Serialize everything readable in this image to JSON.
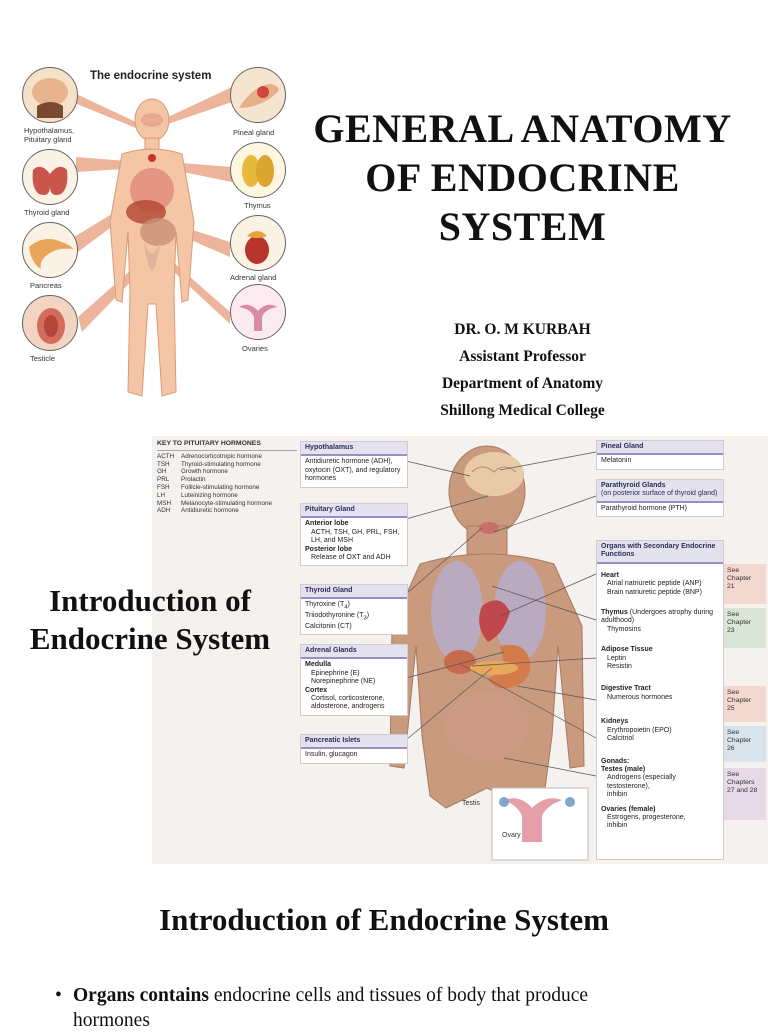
{
  "figure1": {
    "title": "The endocrine system",
    "labels": {
      "hypothalamus": "Hypothalamus,",
      "pituitary": "Pituitary gland",
      "thyroid": "Thyroid gland",
      "pancreas": "Pancreas",
      "testicle": "Testicle",
      "pineal": "Pineal gland",
      "thymus": "Thymus",
      "adrenal": "Adrenal gland",
      "ovaries": "Ovaries"
    }
  },
  "title": {
    "line1": "GENERAL ANATOMY",
    "line2": "OF ENDOCRINE",
    "line3": "SYSTEM"
  },
  "author": {
    "name": "DR. O. M KURBAH",
    "position": "Assistant Professor",
    "department": "Department of Anatomy",
    "college": "Shillong Medical College"
  },
  "figure2": {
    "key": {
      "heading": "KEY TO PITUITARY HORMONES",
      "rows": [
        [
          "ACTH",
          "Adrenocorticotropic hormone"
        ],
        [
          "TSH",
          "Thyroid-stimulating hormone"
        ],
        [
          "GH",
          "Growth hormone"
        ],
        [
          "PRL",
          "Prolactin"
        ],
        [
          "FSH",
          "Follicle-stimulating hormone"
        ],
        [
          "LH",
          "Luteinizing hormone"
        ],
        [
          "MSH",
          "Melanocyte-stimulating hormone"
        ],
        [
          "ADH",
          "Antidiuretic hormone"
        ]
      ]
    },
    "hypothalamus": {
      "head": "Hypothalamus",
      "body": "Antidiuretic hormone (ADH), oxytocin (OXT), and regulatory hormones"
    },
    "pituitary": {
      "head": "Pituitary Gland",
      "anterior_label": "Anterior lobe",
      "anterior_text": "ACTH, TSH, GH, PRL, FSH, LH, and MSH",
      "posterior_label": "Posterior lobe",
      "posterior_text": "Release of OXT and ADH"
    },
    "thyroid": {
      "head": "Thyroid Gland",
      "l1a": "Thyroxine (T",
      "l1sub": "4",
      "l1b": ")",
      "l2a": "Triiodothyronine (T",
      "l2sub": "3",
      "l2b": ")",
      "l3": "Calcitonin (CT)"
    },
    "adrenal": {
      "head": "Adrenal Glands",
      "medulla": "Medulla",
      "med1": "Epinephrine (E)",
      "med2": "Norepinephrine (NE)",
      "cortex": "Cortex",
      "cortex_text": "Cortisol, corticosterone, aldosterone, androgens"
    },
    "pancreas": {
      "head": "Pancreatic Islets",
      "body": "Insulin, glucagon"
    },
    "pineal": {
      "head": "Pineal Gland",
      "body": "Melatonin"
    },
    "parathyroid": {
      "head": "Parathyroid Glands",
      "sub": "(on posterior surface of thyroid gland)",
      "body": "Parathyroid hormone (PTH)"
    },
    "secondary": {
      "head": "Organs with Secondary Endocrine Functions",
      "heart_h": "Heart",
      "heart_1": "Atrial natriuretic peptide (ANP)",
      "heart_2": "Brain natriuretic peptide (BNP)",
      "thymus_h": "Thymus",
      "thymus_note": " (Undergoes atrophy during adulthood)",
      "thymus_1": "Thymosins",
      "adipose_h": "Adipose Tissue",
      "adipose_1": "Leptin",
      "adipose_2": "Resistin",
      "digestive_h": "Digestive Tract",
      "digestive_1": "Numerous hormones",
      "kidneys_h": "Kidneys",
      "kidneys_1": "Erythropoietin (EPO)",
      "kidneys_2": "Calcitriol",
      "gonads_h": "Gonads:",
      "testes_h": "Testes (male)",
      "testes_1": "Androgens (especially testosterone),",
      "testes_2": "inhibin",
      "ovaries_h": "Ovaries (female)",
      "ovaries_1": "Estrogens, progesterone,",
      "ovaries_2": "inhibin"
    },
    "see": {
      "s21a": "See",
      "s21b": "Chapter",
      "s21c": "21",
      "s23a": "See",
      "s23b": "Chapter",
      "s23c": "23",
      "s25a": "See",
      "s25b": "Chapter",
      "s25c": "25",
      "s26a": "See",
      "s26b": "Chapter",
      "s26c": "26",
      "s27a": "See",
      "s27b": "Chapters",
      "s27c": "27 and 28"
    },
    "testis_label": "Testis",
    "ovary_label": "Ovary",
    "colors": {
      "see_red": "#f2d8cf",
      "see_green": "#d9e6d6",
      "see_purple": "#e7d9e8",
      "see_blue": "#d8e3ec"
    }
  },
  "intro_side": {
    "line1": "Introduction of",
    "line2": "Endocrine System"
  },
  "heading": "Introduction of Endocrine System",
  "bullet": {
    "bold": "Organs contains",
    "rest": " endocrine cells and tissues of body that produce",
    "line2": "hormones"
  }
}
